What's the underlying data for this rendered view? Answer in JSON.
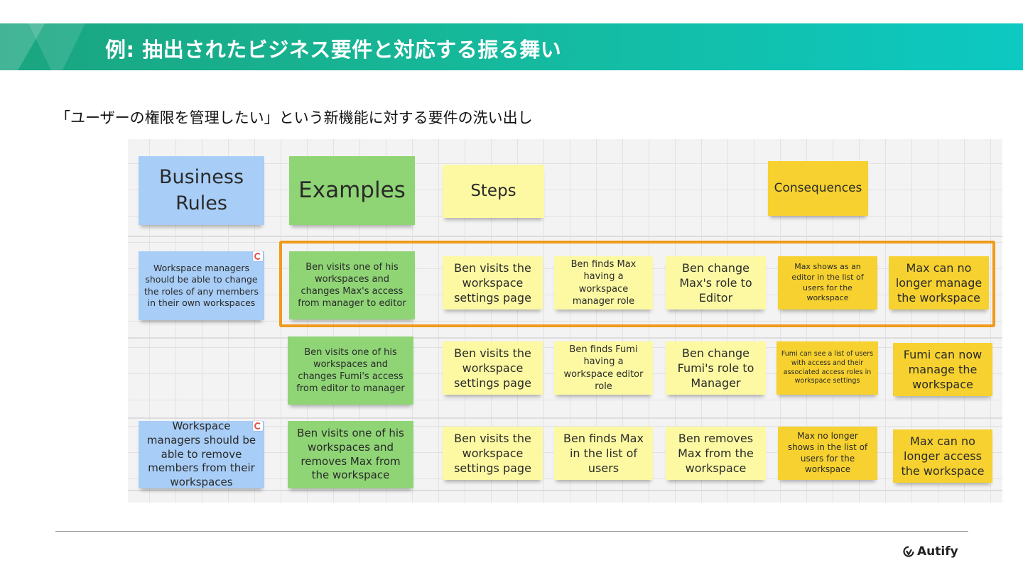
{
  "header": {
    "title": "例: 抽出されたビジネス要件と対応する振る舞い",
    "subtitle": "「ユーザーの権限を管理したい」という新機能に対する要件の洗い出し"
  },
  "board": {
    "columns": {
      "business_rules": "Business Rules",
      "examples": "Examples",
      "steps": "Steps",
      "consequences": "Consequences"
    },
    "rows": [
      {
        "rule": "Workspace managers should be able to change the roles of any members in their own workspaces",
        "example": "Ben visits one of his workspaces and changes Max's access from manager to editor",
        "steps": [
          "Ben visits the workspace settings page",
          "Ben finds Max having a workspace manager role",
          "Ben change Max's role to Editor"
        ],
        "consequences": [
          "Max shows as an editor in the list of users for the workspace",
          "Max can no longer manage the workspace"
        ]
      },
      {
        "rule": "",
        "example": "Ben visits one of his workspaces and changes Fumi's access from editor to manager",
        "steps": [
          "Ben visits the workspace settings page",
          "Ben finds Fumi having a workspace editor role",
          "Ben change Fumi's role to Manager"
        ],
        "consequences": [
          "Fumi can see a list of users with access and their associated access roles in workspace settings",
          "Fumi can now manage the workspace"
        ]
      },
      {
        "rule": "Workspace managers should be able to remove members from their workspaces",
        "example": "Ben visits one of his workspaces and removes Max from the workspace",
        "steps": [
          "Ben visits the workspace settings page",
          "Ben finds Max in the list of users",
          "Ben removes Max from the workspace"
        ],
        "consequences": [
          "Max no longer shows in the list of users for the workspace",
          "Max can no longer access the workspace"
        ]
      }
    ]
  },
  "footer": {
    "logo_text": "Autify"
  },
  "colors": {
    "banner_start": "#1aa57f",
    "banner_end": "#0cc9c2",
    "business_rule_note": "#a8cdf6",
    "example_note": "#8fd576",
    "step_note": "#fdf9a3",
    "consequence_note": "#f6d12f",
    "highlight_frame": "#ef9a1a"
  },
  "icons": {
    "note_badge": "comment-badge-icon",
    "logo": "autify-logo-icon"
  }
}
